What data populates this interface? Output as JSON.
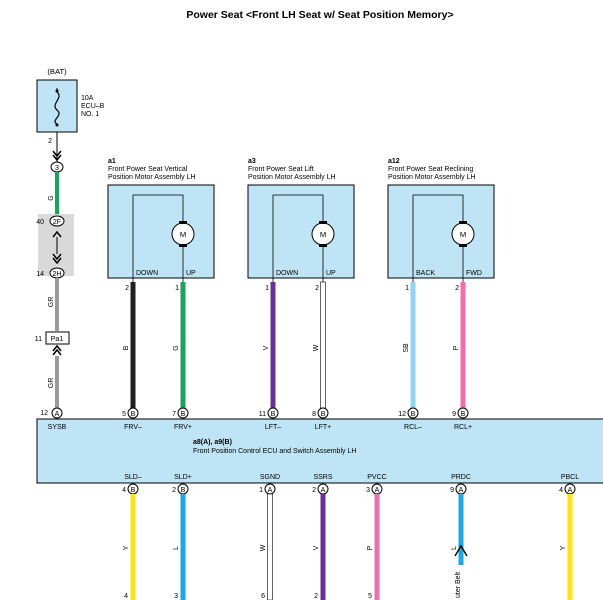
{
  "title": "Power Seat <Front LH Seat w/ Seat Position Memory>",
  "battery": {
    "label": "(BAT)",
    "fuse_lines": [
      "10A",
      "ECU–B",
      "NO. 1"
    ],
    "pin": "2"
  },
  "feed": {
    "connector_3": "3",
    "wire_g": "G",
    "junction_top_pin": "40",
    "junction_top_label": "2F",
    "junction_bot_pin": "14",
    "junction_bot_label": "2H",
    "wire_gr_1": "GR",
    "pa1_pin": "11",
    "pa1_label": "Pa1",
    "wire_gr_2": "GR"
  },
  "motors": [
    {
      "code": "a1",
      "name_lines": [
        "Front Power Seat Vertical",
        "Position Motor Assembly LH"
      ],
      "left_label": "DOWN",
      "right_label": "UP",
      "left_pin": "2",
      "right_pin": "1",
      "left_wire": "B",
      "right_wire": "G",
      "left_color": "#231f20",
      "right_color": "#1aa35a",
      "left_terminal": "FRV–",
      "right_terminal": "FRV+",
      "left_conn_pin": "5",
      "right_conn_pin": "7",
      "conn": "B"
    },
    {
      "code": "a3",
      "name_lines": [
        "Front Power Seat Lift",
        "Position Motor Assembly LH"
      ],
      "left_label": "DOWN",
      "right_label": "UP",
      "left_pin": "1",
      "right_pin": "2",
      "left_wire": "V",
      "right_wire": "W",
      "left_color": "#6a3093",
      "right_color": "#ffffff",
      "left_terminal": "LFT–",
      "right_terminal": "LFT+",
      "left_conn_pin": "11",
      "right_conn_pin": "8",
      "conn": "B"
    },
    {
      "code": "a12",
      "name_lines": [
        "Front Power Seat Reclining",
        "Position Motor Assembly LH"
      ],
      "left_label": "BACK",
      "right_label": "FWD",
      "left_pin": "1",
      "right_pin": "2",
      "left_wire": "SB",
      "right_wire": "P",
      "left_color": "#8fd3f2",
      "right_color": "#f06fa8",
      "left_terminal": "RCL–",
      "right_terminal": "RCL+",
      "left_conn_pin": "12",
      "right_conn_pin": "9",
      "conn": "B"
    }
  ],
  "ecu": {
    "code": "a8(A), a9(B)",
    "name": "Front Position Control ECU and Switch Assembly LH",
    "sysb_label": "SYSB",
    "sysb_pin": "12",
    "sysb_conn": "A"
  },
  "bottom_terminals": [
    {
      "label": "SLD–",
      "pin": "4",
      "conn": "B",
      "wire": "Y",
      "color": "#ffe21a",
      "end_pin": "4"
    },
    {
      "label": "SLD+",
      "pin": "2",
      "conn": "B",
      "wire": "L",
      "color": "#1ea7e3",
      "end_pin": "3"
    },
    {
      "label": "SGND",
      "pin": "1",
      "conn": "A",
      "wire": "W",
      "color": "#ffffff",
      "end_pin": "6"
    },
    {
      "label": "SSRS",
      "pin": "2",
      "conn": "A",
      "wire": "V",
      "color": "#6a3093",
      "end_pin": "2"
    },
    {
      "label": "PVCC",
      "pin": "3",
      "conn": "A",
      "wire": "P",
      "color": "#f06fa8",
      "end_pin": "5"
    },
    {
      "label": "PRDC",
      "pin": "9",
      "conn": "A",
      "wire": "L",
      "color": "#1ea7e3",
      "end_pin": ""
    },
    {
      "label": "PBCL",
      "pin": "4",
      "conn": "A",
      "wire": "Y",
      "color": "#ffe21a",
      "end_pin": ""
    }
  ],
  "partial_label": "uter Belt",
  "colors": {
    "ecu_fill": "#bfe4f5",
    "motor_fill": "#bfe4f5",
    "fuse_fill": "#bfe4f5",
    "junction_fill": "#d9d9d9",
    "feed_green": "#1aa35a",
    "feed_gray": "#9a9a9a"
  }
}
